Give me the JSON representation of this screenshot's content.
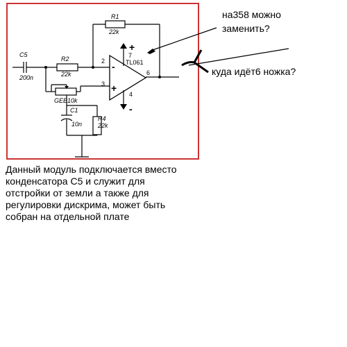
{
  "colors": {
    "frame": "#cc3333",
    "ink": "#000000",
    "background": "#ffffff"
  },
  "schematic": {
    "components": {
      "c5": {
        "name": "C5",
        "value": "200n"
      },
      "r2": {
        "name": "R2",
        "value": "22k"
      },
      "r1": {
        "name": "R1",
        "value": "22k"
      },
      "pot": {
        "name": "GEB10k"
      },
      "c1": {
        "name": "C1",
        "value": "10n"
      },
      "r4": {
        "name": "R4",
        "value": "22k"
      },
      "opamp": {
        "name": "TL061"
      }
    },
    "pins": {
      "p2": "2",
      "p3": "3",
      "p4": "4",
      "p6": "6",
      "p7": "7"
    },
    "opamp_signs": {
      "inverting": "-",
      "noninverting": "+"
    },
    "supply_signs": {
      "positive": "+",
      "negative": "-"
    }
  },
  "annotations": {
    "question_replace_line1": "на358 можно",
    "question_replace_line2": "заменить?",
    "question_pin6": "куда идёт6 ножка?"
  },
  "description": {
    "lines": [
      "Данный модуль подключается вместо",
      "конденсатора С5 и служит для",
      "отстройки от земли а  также для",
      "регулировки дискрима, может быть",
      "собран на отдельной плате"
    ]
  }
}
